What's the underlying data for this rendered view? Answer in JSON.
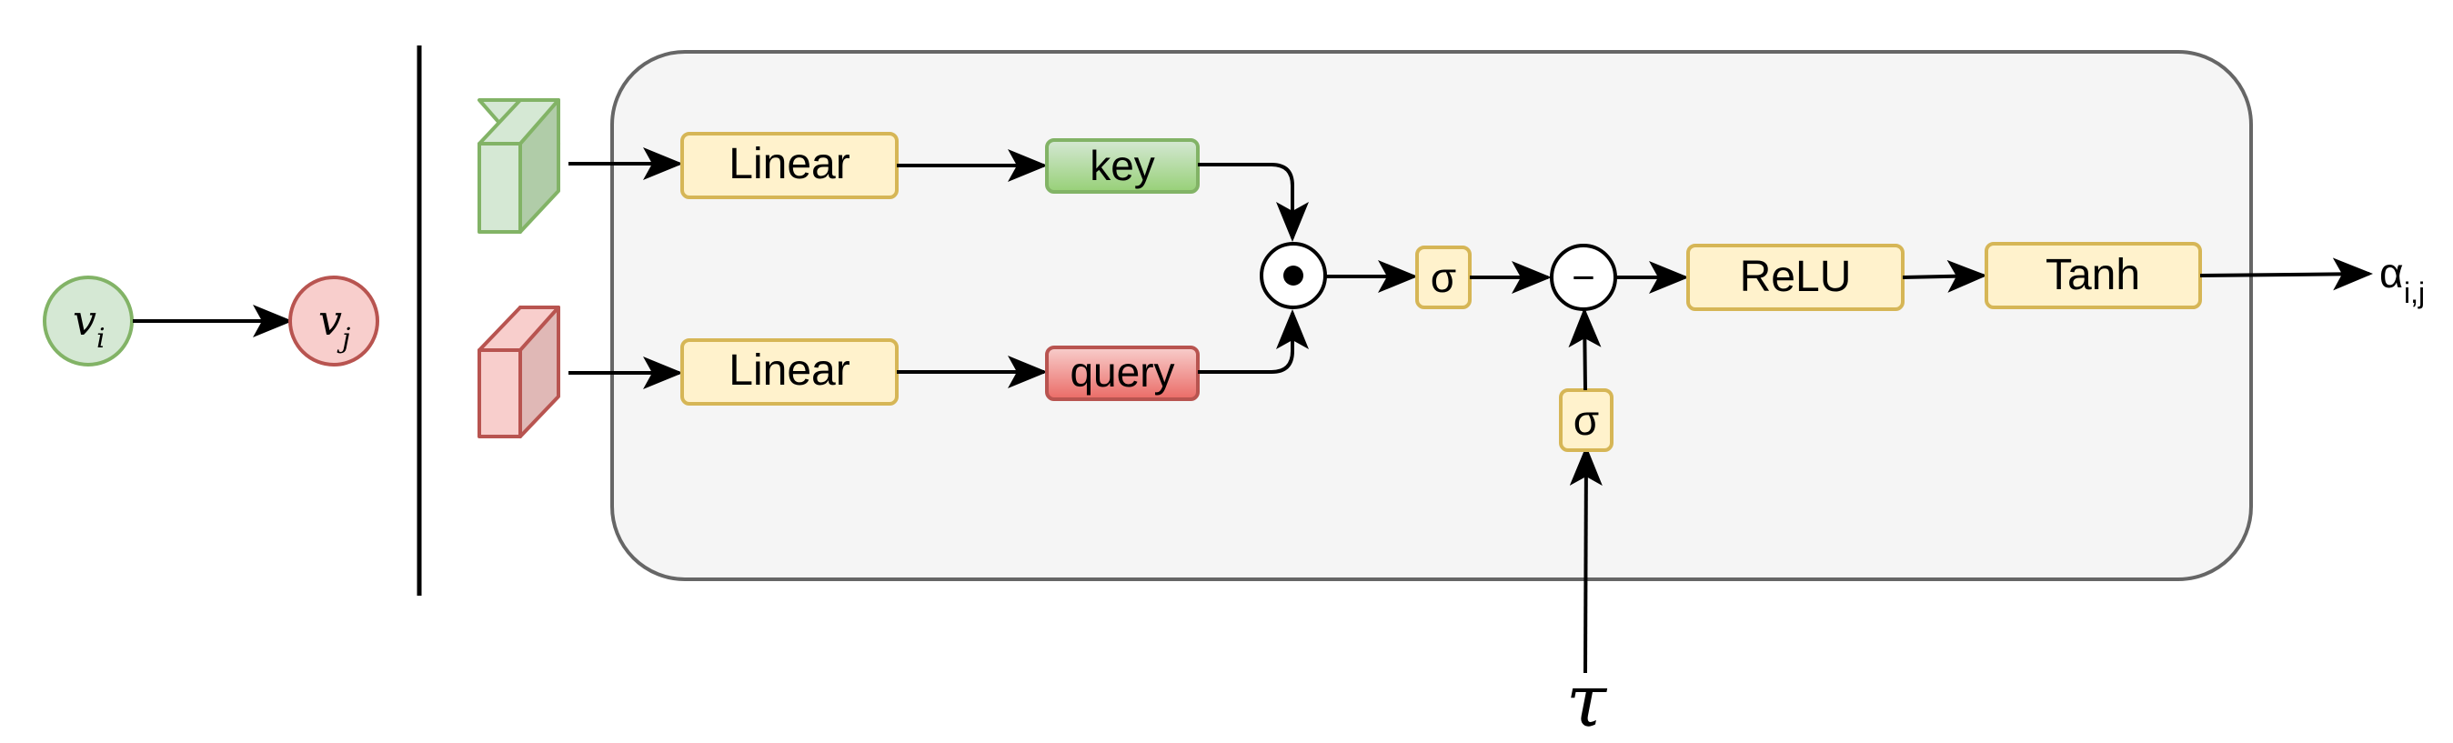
{
  "nodes": {
    "vi": {
      "base": "v",
      "sub": "i"
    },
    "vj": {
      "base": "v",
      "sub": "j"
    }
  },
  "blocks": {
    "linear_top": "Linear",
    "linear_bottom": "Linear",
    "key": "key",
    "query": "query",
    "sigma_main": "σ",
    "sigma_tau": "σ",
    "relu": "ReLU",
    "tanh": "Tanh"
  },
  "operators": {
    "product": "•",
    "minus": "−"
  },
  "labels": {
    "tau": "τ",
    "output_base": "α",
    "output_sub": "i,j"
  },
  "colors": {
    "green_fill": "#d5e8d4",
    "green_stroke": "#82b366",
    "red_fill": "#f8cecc",
    "red_stroke": "#b85450",
    "yellow_fill": "#fff2cc",
    "yellow_stroke": "#d6b656",
    "panel_fill": "#f5f5f5",
    "panel_stroke": "#666666"
  }
}
